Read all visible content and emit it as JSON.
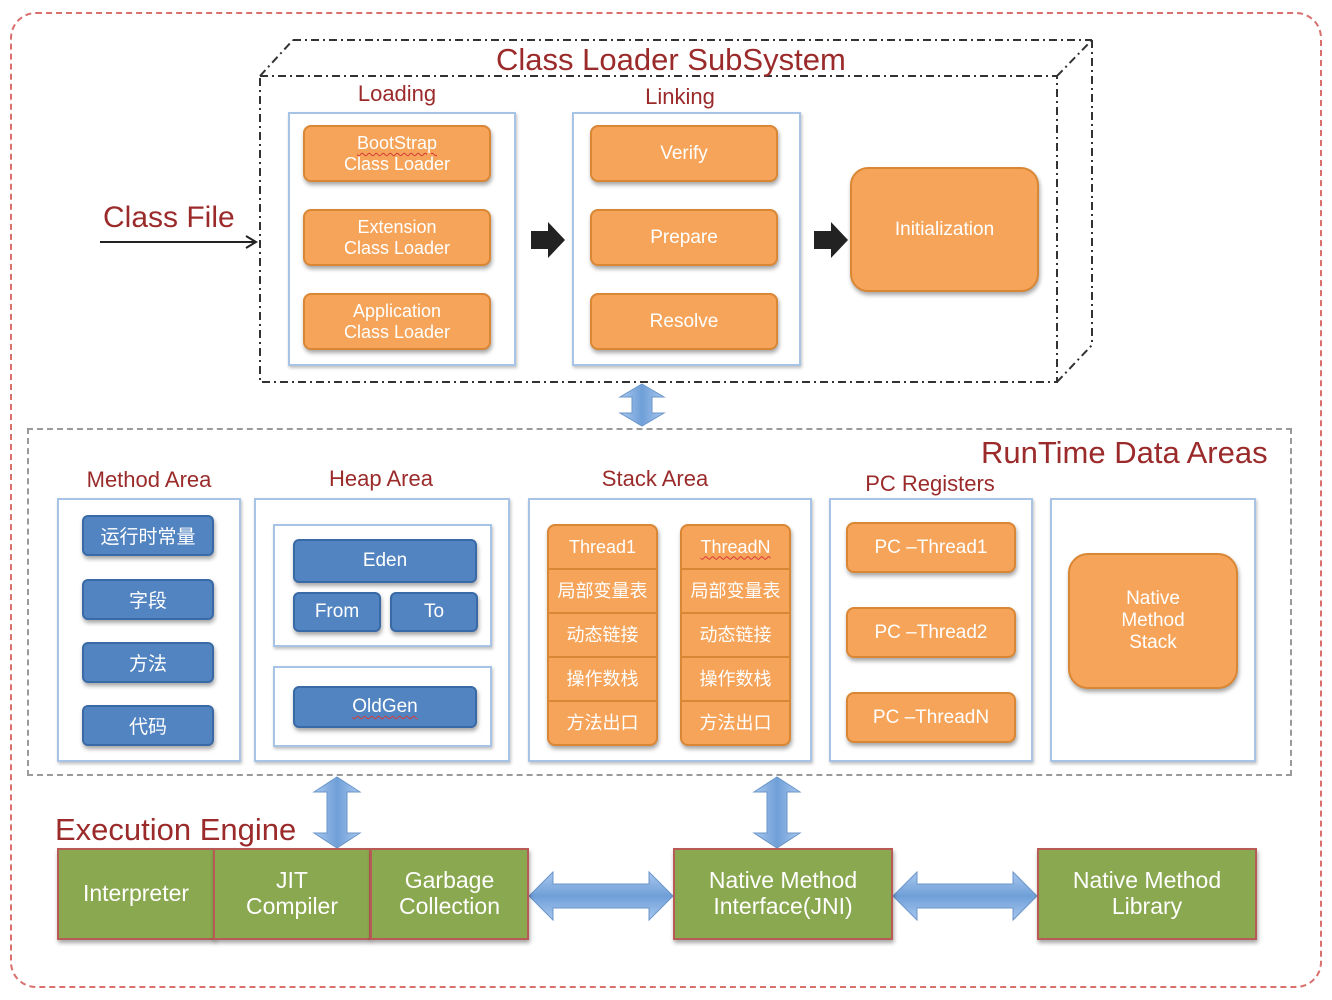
{
  "class_loader": {
    "title": "Class Loader SubSystem",
    "loading": {
      "label": "Loading",
      "items": [
        {
          "line1": "BootStrap",
          "line2": "Class Loader"
        },
        {
          "line1": "Extension",
          "line2": "Class Loader"
        },
        {
          "line1": "Application",
          "line2": "Class Loader"
        }
      ]
    },
    "linking": {
      "label": "Linking",
      "items": [
        "Verify",
        "Prepare",
        "Resolve"
      ]
    },
    "initialization": "Initialization"
  },
  "class_file": "Class File",
  "runtime": {
    "title": "RunTime Data Areas",
    "method_area": {
      "label": "Method Area",
      "items": [
        "运行时常量",
        "字段",
        "方法",
        "代码"
      ]
    },
    "heap_area": {
      "label": "Heap Area",
      "eden": "Eden",
      "from": "From",
      "to": "To",
      "oldgen": "OldGen"
    },
    "stack_area": {
      "label": "Stack Area",
      "threads": [
        {
          "name": "Thread1",
          "frames": [
            "局部变量表",
            "动态链接",
            "操作数栈",
            "方法出口"
          ]
        },
        {
          "name": "ThreadN",
          "frames": [
            "局部变量表",
            "动态链接",
            "操作数栈",
            "方法出口"
          ]
        }
      ]
    },
    "pc_registers": {
      "label": "PC Registers",
      "items": [
        "PC –Thread1",
        "PC –Thread2",
        "PC –ThreadN"
      ]
    },
    "native_method_stack": {
      "line1": "Native",
      "line2": "Method",
      "line3": "Stack"
    }
  },
  "execution_engine": {
    "title": "Execution Engine",
    "interpreter": "Interpreter",
    "jit": {
      "line1": "JIT",
      "line2": "Compiler"
    },
    "gc": {
      "line1": "Garbage",
      "line2": "Collection"
    }
  },
  "jni": {
    "line1": "Native Method",
    "line2": "Interface(JNI)"
  },
  "native_library": {
    "line1": "Native Method",
    "line2": "Library"
  },
  "colors": {
    "title_red": "#9b2a2a",
    "orange": "#f6a45a",
    "blue": "#5284c1",
    "green": "#8aa84f",
    "arrow_blue": "#7aa6dc",
    "panel_border": "#a7c3e6"
  }
}
